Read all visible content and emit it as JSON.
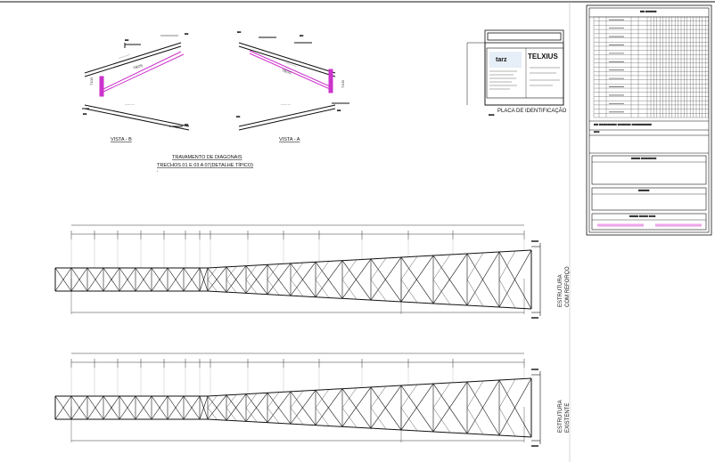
{
  "views": {
    "view_b_label": "VISTA - B",
    "view_a_label": "VISTA - A",
    "main_title": "TRAVAMENTO DE DIAGONAIS",
    "subtitle": "TRECHOS 01 E 03 A 07(DETALHE TÍPICO)"
  },
  "plate": {
    "title": "PLACA DE IDENTIFICAÇÃO",
    "brand_left": "tarz",
    "brand_right": "TELXIUS"
  },
  "towers": {
    "top_side_label": "ESTRUTURA",
    "top_side_label_2": "COM REFORÇO",
    "bottom_side_label": "ESTRUTURA",
    "bottom_side_label_2": "EXISTENTE"
  },
  "colors": {
    "line": "#111111",
    "brace": "#cc33cc",
    "grid": "#555555"
  }
}
